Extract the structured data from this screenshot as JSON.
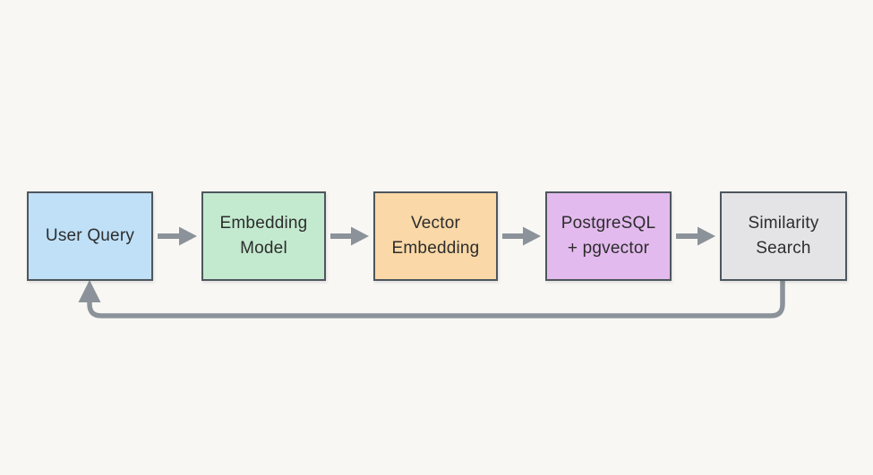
{
  "diagram": {
    "type": "flowchart",
    "background": "#f8f7f3",
    "colors": {
      "node_border": "#4e565e",
      "arrow": "#8b9299",
      "text": "#2d2d2d",
      "node_fill_blue": "#bfe0f7",
      "node_fill_green": "#c3eacf",
      "node_fill_orange": "#fad8a7",
      "node_fill_purple": "#e3baee",
      "node_fill_gray": "#e4e4e7"
    },
    "nodes": [
      {
        "id": "user-query",
        "lines": [
          "User Query"
        ],
        "fill": "#bfe0f7"
      },
      {
        "id": "embedding-model",
        "lines": [
          "Embedding",
          "Model"
        ],
        "fill": "#c3eacf"
      },
      {
        "id": "vector-embedding",
        "lines": [
          "Vector",
          "Embedding"
        ],
        "fill": "#fad8a7"
      },
      {
        "id": "postgresql-pgvector",
        "lines": [
          "PostgreSQL",
          "+ pgvector"
        ],
        "fill": "#e3baee"
      },
      {
        "id": "similarity-search",
        "lines": [
          "Similarity",
          "Search"
        ],
        "fill": "#e4e4e7"
      }
    ],
    "connections": [
      {
        "from": "user-query",
        "to": "embedding-model",
        "style": "straight-arrow"
      },
      {
        "from": "embedding-model",
        "to": "vector-embedding",
        "style": "straight-arrow"
      },
      {
        "from": "vector-embedding",
        "to": "postgresql-pgvector",
        "style": "straight-arrow"
      },
      {
        "from": "postgresql-pgvector",
        "to": "similarity-search",
        "style": "straight-arrow"
      },
      {
        "from": "similarity-search",
        "to": "user-query",
        "style": "feedback-loop"
      }
    ]
  }
}
